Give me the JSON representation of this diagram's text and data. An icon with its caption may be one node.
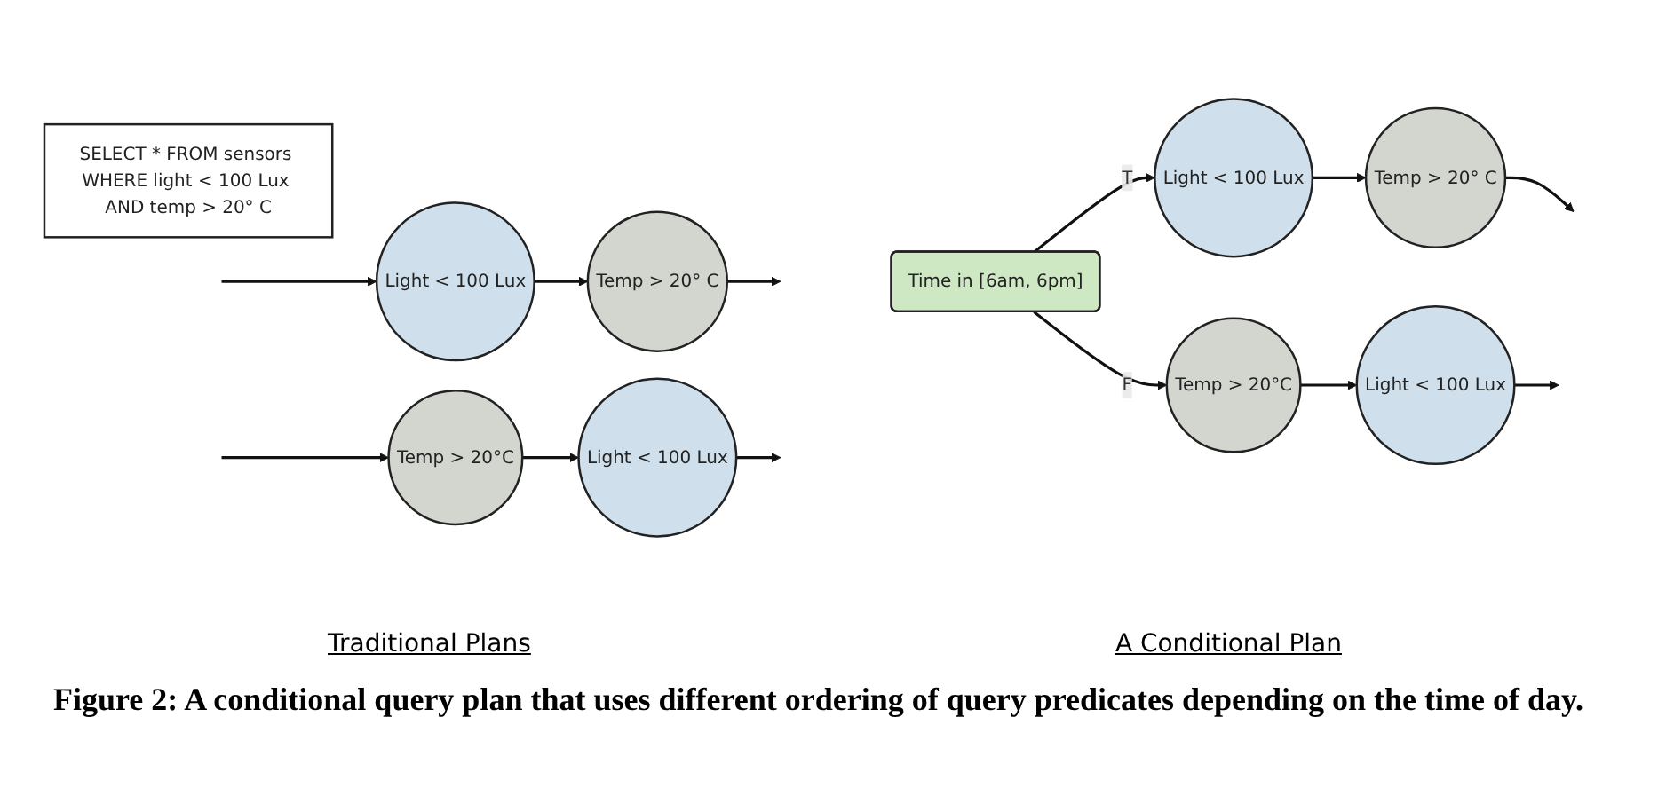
{
  "diagram": {
    "caption": "Figure 2: A conditional query plan that uses different ordering of query predicates depending on the time of day.",
    "nodes": [
      {
        "text": [
          "SELECT * FROM sensors WHERE light < 100 Lux AND temp > 20° C"
        ]
      },
      {
        "text": [
          "Light < 100 Lux"
        ]
      },
      {
        "text": [
          "Temp > 20° C"
        ]
      },
      {
        "text": [
          "Temp > 20°C"
        ]
      },
      {
        "text": [
          "Light < 100 Lux"
        ]
      },
      {
        "text": [
          "Time in [6am, 6pm]"
        ]
      },
      {
        "text": [
          "Light < 100 Lux"
        ]
      },
      {
        "text": [
          "Temp > 20° C"
        ]
      },
      {
        "text": [
          "Temp > 20°C"
        ]
      },
      {
        "text": [
          "Light < 100 Lux"
        ]
      }
    ],
    "edges": [
      {
        "from": null,
        "to": 1,
        "arrow": "to"
      },
      {
        "from": 1,
        "to": 2,
        "arrow": "to"
      },
      {
        "from": 2,
        "to": null,
        "arrow": "to"
      },
      {
        "from": null,
        "to": 3,
        "arrow": "to"
      },
      {
        "from": 3,
        "to": 4,
        "arrow": "to"
      },
      {
        "from": 4,
        "to": null,
        "arrow": "to"
      },
      {
        "from": 5,
        "to": 6,
        "arrow": "to",
        "label": "T"
      },
      {
        "from": 6,
        "to": 7,
        "arrow": "to"
      },
      {
        "from": 7,
        "to": null,
        "arrow": "to"
      },
      {
        "from": 5,
        "to": 8,
        "arrow": "to",
        "label": "F"
      },
      {
        "from": 8,
        "to": 9,
        "arrow": "to"
      },
      {
        "from": 9,
        "to": null,
        "arrow": "to"
      }
    ],
    "labels": [
      "Traditional Plans",
      "A Conditional Plan"
    ]
  }
}
